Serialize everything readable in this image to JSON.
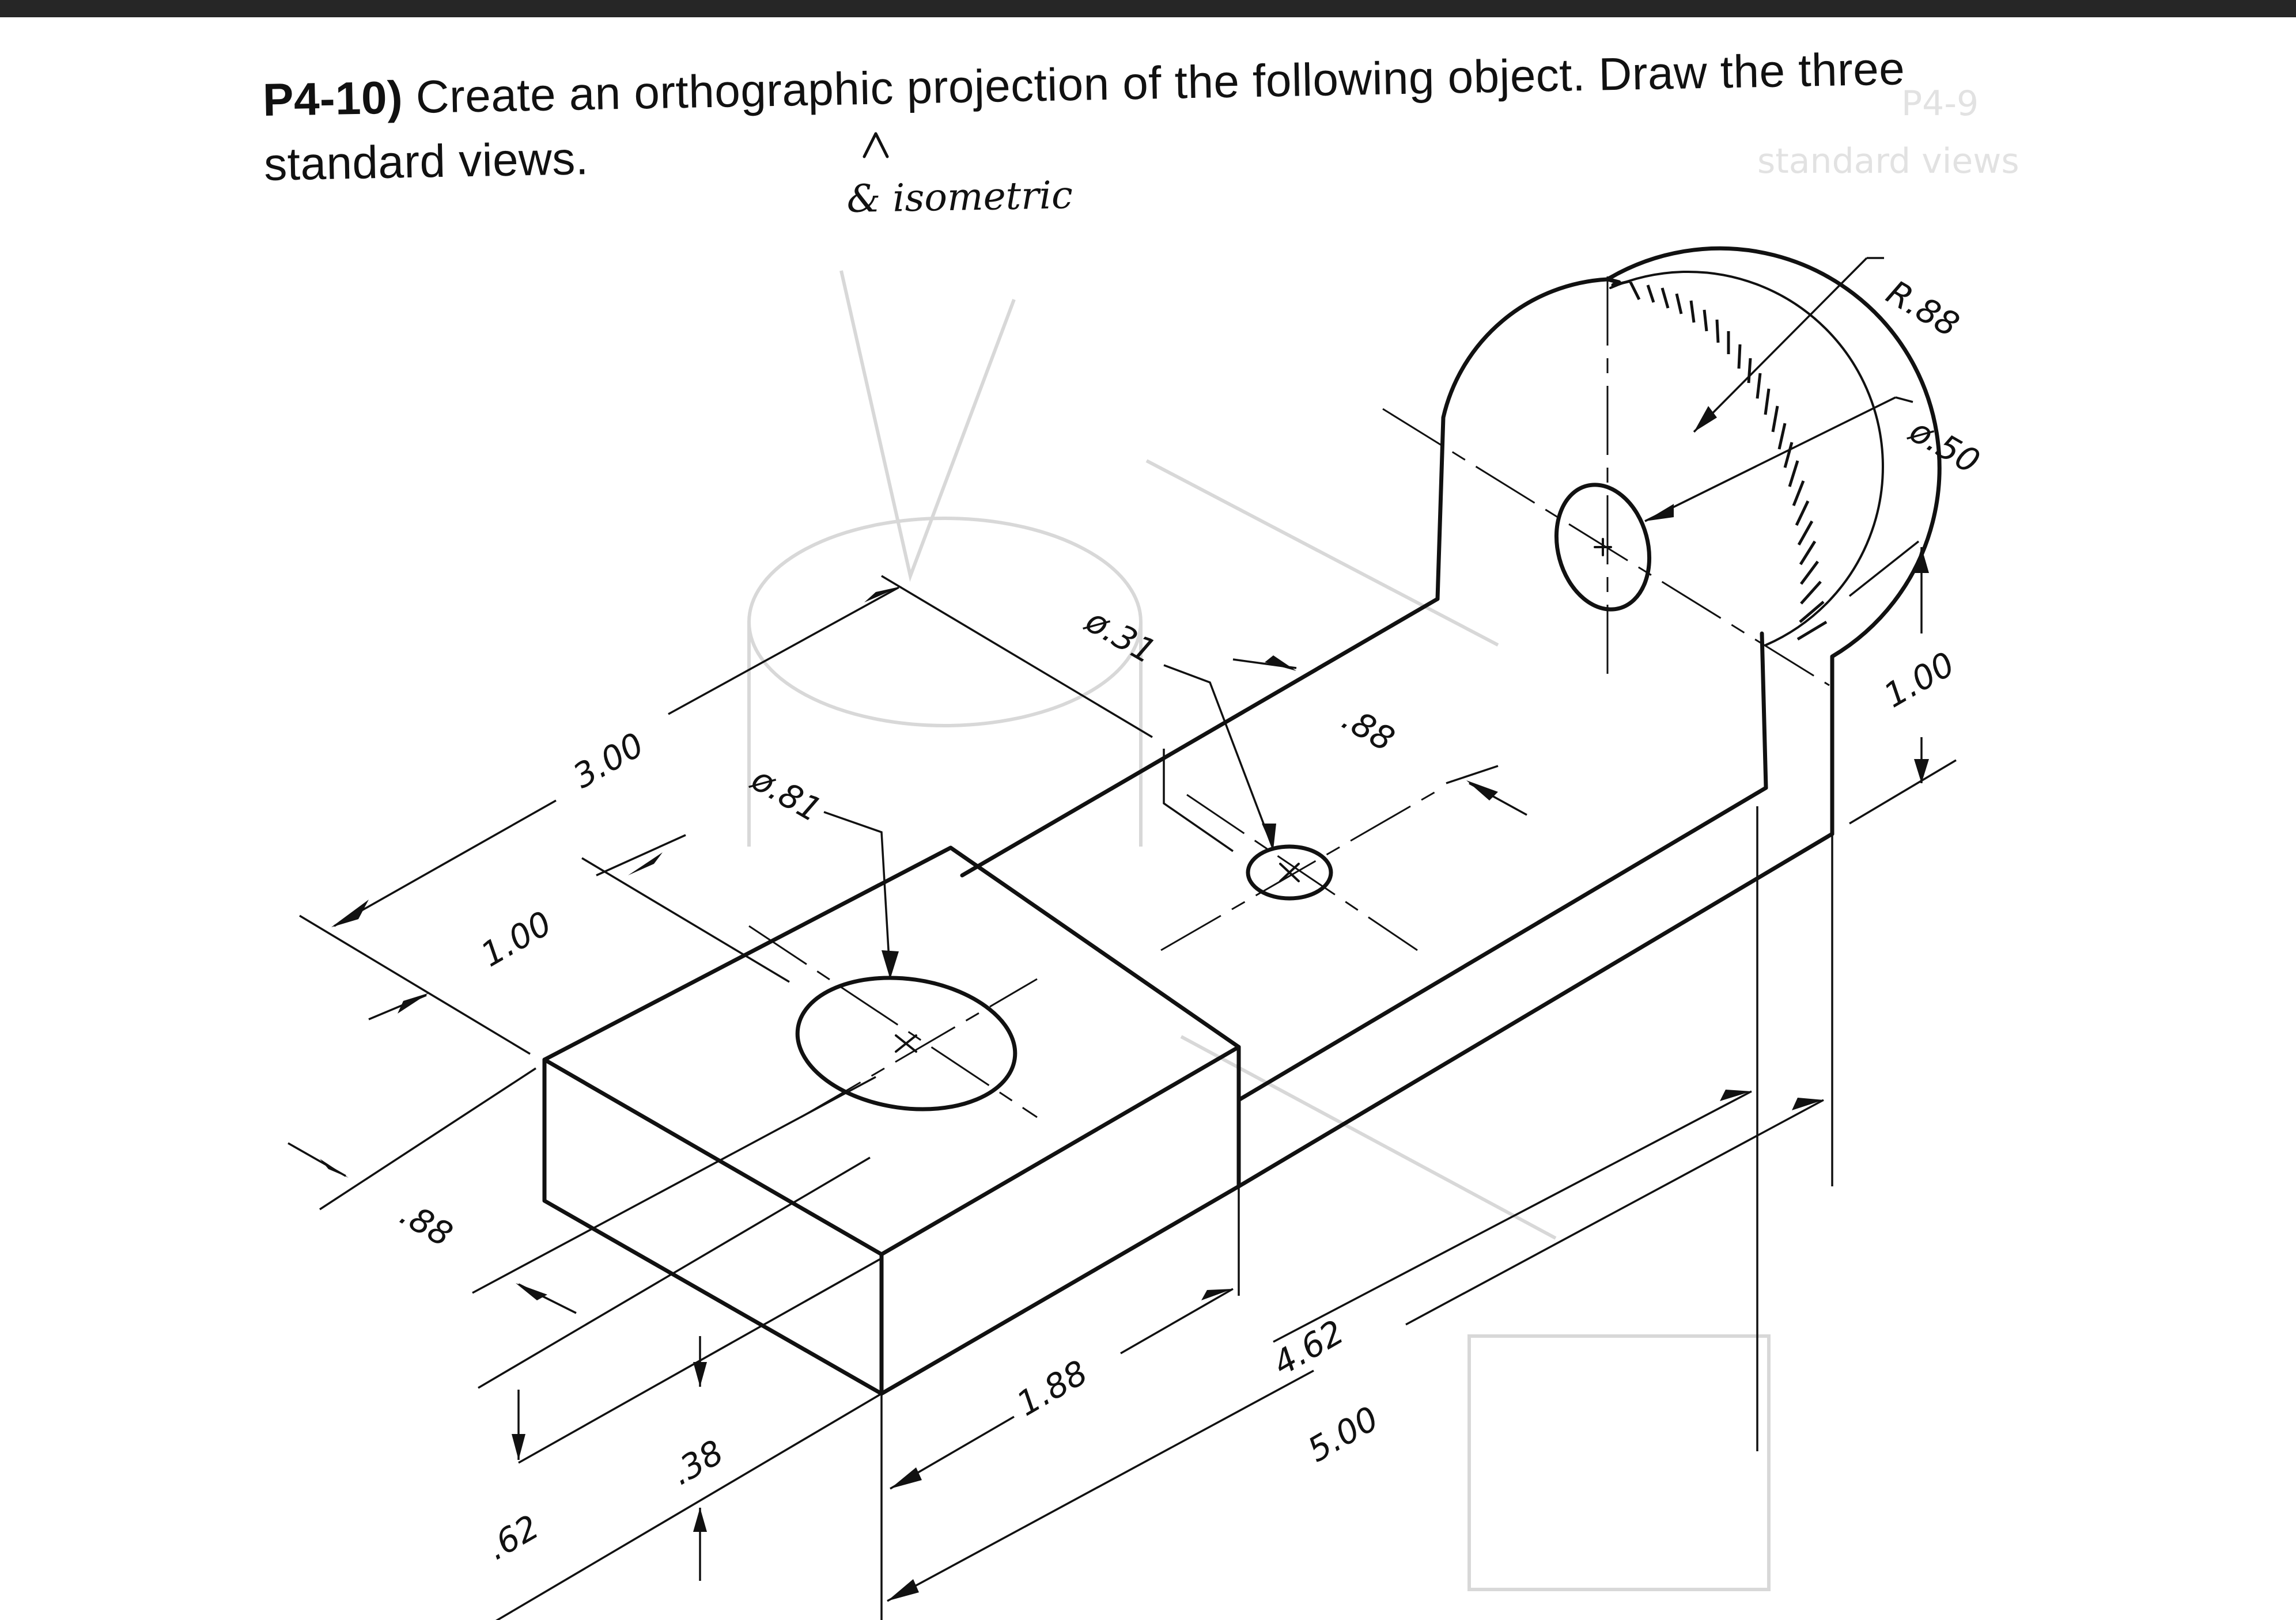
{
  "problem": {
    "number": "P4-10)",
    "text_line1": "Create an orthographic projection of the following object.  Draw the three",
    "text_line2": "standard views."
  },
  "annotation": {
    "handwritten": "& isometric"
  },
  "dimensions": {
    "radius_arc": "R.88",
    "dia_hole_upright": "ø.50",
    "height_hole_center": "1.00",
    "overall_width": "3.00",
    "hole_offset_front": "1.00",
    "dia_hole_block": "ø.81",
    "dia_hole_slot": "ø.31",
    "hole_offset_slot": ".88",
    "front_offset": ".88",
    "base_thickness": ".38",
    "block_height": ".62",
    "block_length": "1.88",
    "upright_offset": "4.62",
    "overall_length": "5.00"
  },
  "ghost_text": {
    "corner_label": "P4-9",
    "corner_label2": "standard views"
  }
}
